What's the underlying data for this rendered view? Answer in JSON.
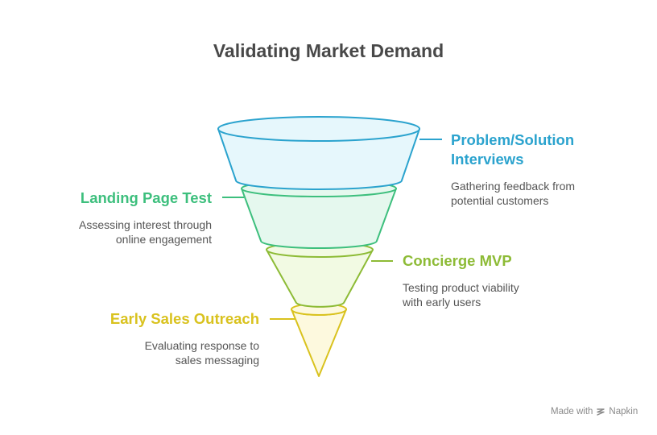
{
  "title": "Validating Market Demand",
  "stages": [
    {
      "heading_lines": [
        "Problem/Solution",
        "Interviews"
      ],
      "description_lines": [
        "Gathering feedback from",
        "potential customers"
      ],
      "color": "#2BA3CE",
      "fill": "#E6F7FC"
    },
    {
      "heading_lines": [
        "Landing Page Test"
      ],
      "description_lines": [
        "Assessing interest through",
        "online engagement"
      ],
      "color": "#3DBF7D",
      "fill": "#E5F8EE"
    },
    {
      "heading_lines": [
        "Concierge MVP"
      ],
      "description_lines": [
        "Testing product viability",
        "with early users"
      ],
      "color": "#8DBB36",
      "fill": "#F2FAE3"
    },
    {
      "heading_lines": [
        "Early Sales Outreach"
      ],
      "description_lines": [
        "Evaluating response to",
        "sales messaging"
      ],
      "color": "#D9C21E",
      "fill": "#FDF9DE"
    }
  ],
  "footer": {
    "made_with": "Made with",
    "brand": "Napkin",
    "icon": "napkin-logo-icon"
  }
}
